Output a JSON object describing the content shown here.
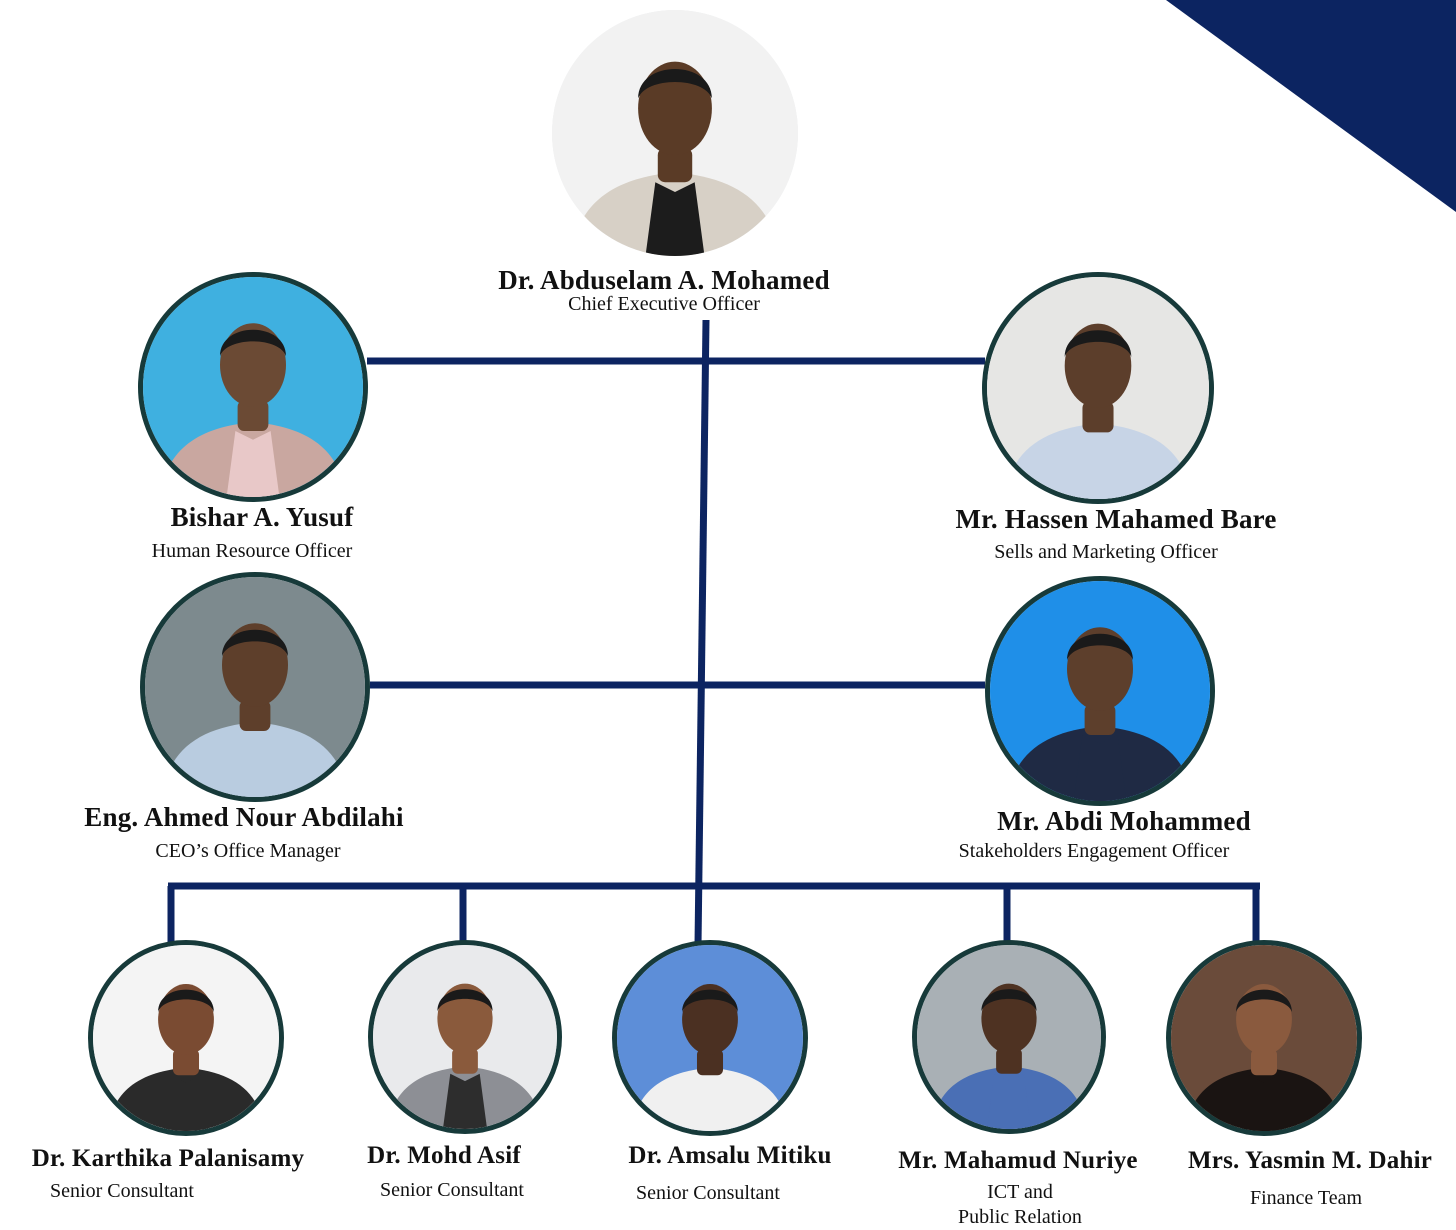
{
  "accent_color": "#0c2461",
  "people": [
    {
      "id": "ceo",
      "name": "Dr. Abduselam A. Mohamed",
      "role": "Chief Executive Officer",
      "bg": "#f2f2f2",
      "skin": "#5a3b26",
      "shirt": "#1c1c1c",
      "jacket": "#d7d0c6"
    },
    {
      "id": "hr",
      "name": "Bishar A. Yusuf",
      "role": "Human Resource Officer",
      "bg": "#3fb0e0",
      "skin": "#6b4a34",
      "shirt": "#e8c8c8",
      "jacket": "#c9a7a0"
    },
    {
      "id": "sales",
      "name": "Mr. Hassen Mahamed Bare",
      "role": "Sells and Marketing Officer",
      "bg": "#e6e6e4",
      "skin": "#5c3e2b",
      "shirt": "#c7d4e6",
      "jacket": "#c7d4e6"
    },
    {
      "id": "office",
      "name": "Eng. Ahmed Nour Abdilahi",
      "role": "CEO’s Office  Manager",
      "bg": "#7d8a8e",
      "skin": "#5e3f2b",
      "shirt": "#b9cce0",
      "jacket": "#b9cce0"
    },
    {
      "id": "stake",
      "name": "Mr. Abdi Mohammed",
      "role": "Stakeholders Engagement Officer",
      "bg": "#1f8fe8",
      "skin": "#5d3f2c",
      "shirt": "#1f2a44",
      "jacket": "#1f2a44"
    },
    {
      "id": "karthika",
      "name": "Dr. Karthika Palanisamy",
      "role": "Senior Consultant",
      "bg": "#f4f4f4",
      "skin": "#7a4b32",
      "shirt": "#2a2a2a",
      "jacket": "#2a2a2a"
    },
    {
      "id": "asif",
      "name": "Dr. Mohd Asif",
      "role": "Senior Consultant",
      "bg": "#e9eaec",
      "skin": "#8a5a3c",
      "shirt": "#2d2d2d",
      "jacket": "#8d8f95"
    },
    {
      "id": "amsalu",
      "name": "Dr. Amsalu Mitiku",
      "role": "Senior Consultant",
      "bg": "#5d8ed8",
      "skin": "#4b3022",
      "shirt": "#f0f0f0",
      "jacket": "#f0f0f0"
    },
    {
      "id": "mahamud",
      "name": "Mr. Mahamud Nuriye",
      "role_lines": [
        "ICT and",
        "Public Relation"
      ],
      "bg": "#a9b0b5",
      "skin": "#4e3222",
      "shirt": "#4a6fb5",
      "jacket": "#4a6fb5"
    },
    {
      "id": "yasmin",
      "name": "Mrs. Yasmin M. Dahir",
      "role": "Finance Team",
      "bg": "#6a4b3a",
      "skin": "#8a5a3e",
      "shirt": "#1a1412",
      "jacket": "#1a1412"
    }
  ]
}
